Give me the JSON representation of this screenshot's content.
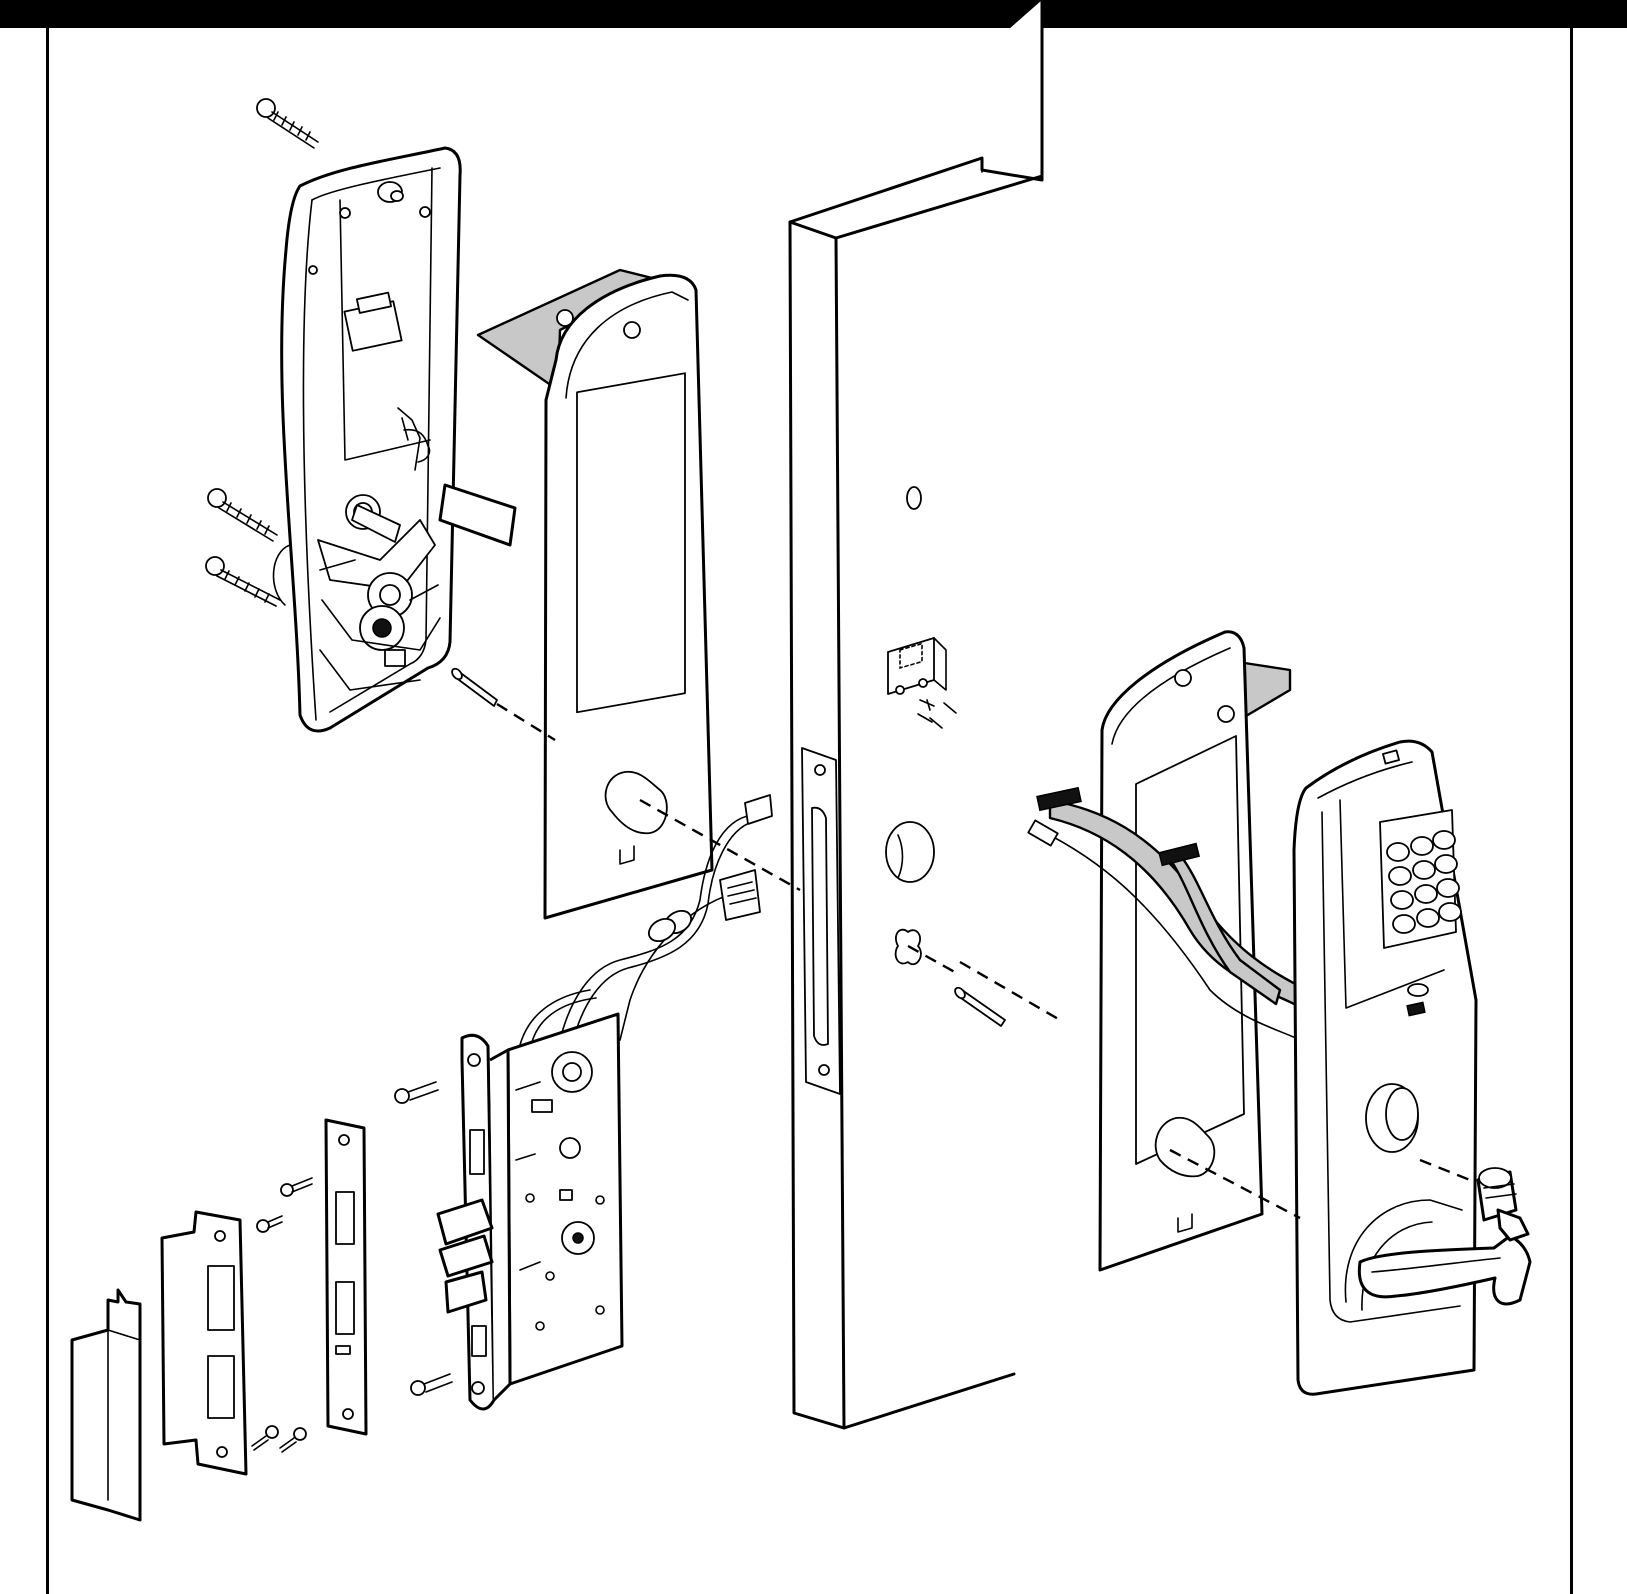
{
  "header": {
    "title": ""
  },
  "colors": {
    "line": "#000000",
    "background": "#ffffff",
    "shaded_panel": "#c8c8c8",
    "header_bar": "#000000"
  },
  "diagram": {
    "type": "exploded-assembly",
    "parts": [
      "inside-escutcheon",
      "inside-gasket",
      "door",
      "outside-gasket",
      "outside-keypad-escutcheon",
      "mortise-lock-body",
      "wire-harness",
      "armored-front",
      "strike",
      "dust-box",
      "cylinder",
      "lever-handle"
    ],
    "keypad_keys": 12
  }
}
